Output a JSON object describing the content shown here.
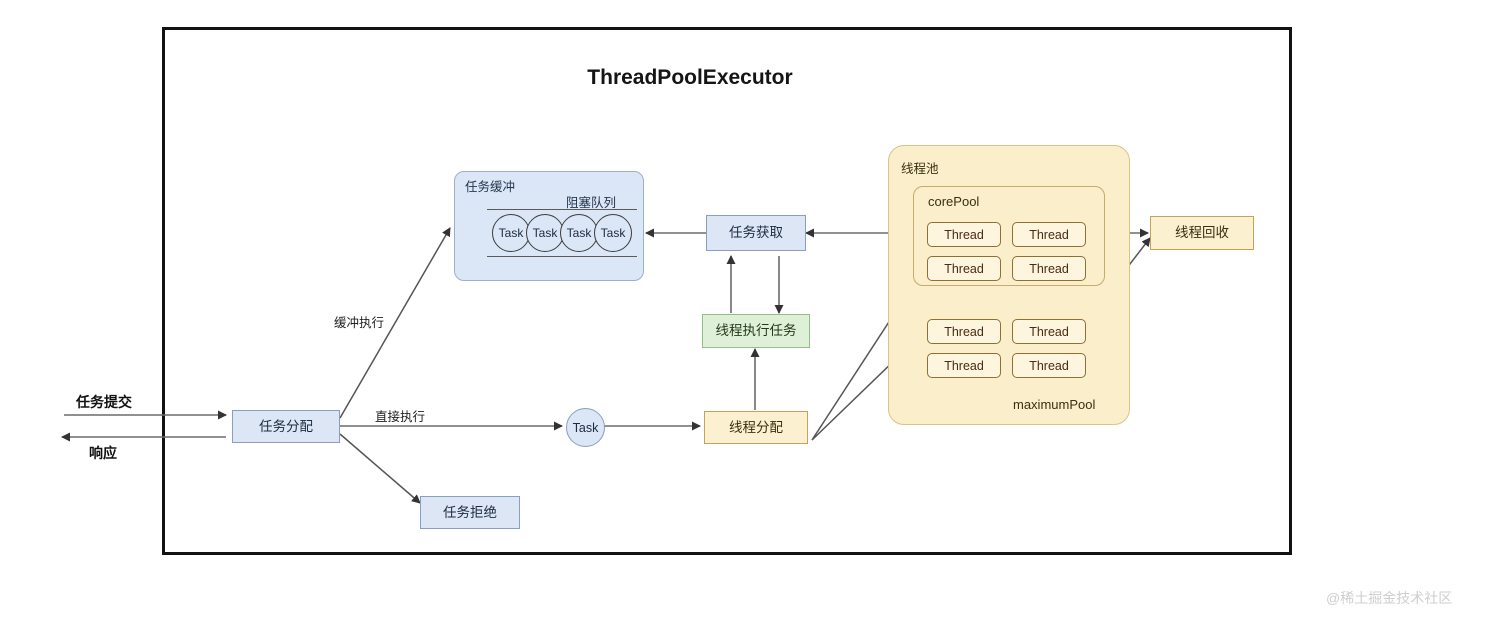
{
  "diagram": {
    "title": "ThreadPoolExecutor",
    "watermark": "@稀土掘金技术社区"
  },
  "io": {
    "submit_label": "任务提交",
    "response_label": "响应"
  },
  "nodes": {
    "task_dispatch": "任务分配",
    "task_reject": "任务拒绝",
    "task_buffer": "任务缓冲",
    "blocking_queue": "阻塞队列",
    "task_fetch": "任务获取",
    "thread_execute": "线程执行任务",
    "thread_alloc": "线程分配",
    "thread_recycle": "线程回收",
    "task_single": "Task",
    "thread_pool": "线程池",
    "core_pool": "corePool",
    "maximum_pool": "maximumPool"
  },
  "queue_tasks": [
    "Task",
    "Task",
    "Task",
    "Task"
  ],
  "core_threads": [
    "Thread",
    "Thread",
    "Thread",
    "Thread"
  ],
  "max_threads": [
    "Thread",
    "Thread",
    "Thread",
    "Thread"
  ],
  "edge_labels": {
    "buffered_exec": "缓冲执行",
    "direct_exec": "直接执行"
  },
  "colors": {
    "blue_fill": "#dce6f5",
    "blue_stroke": "#8a9dc2",
    "green_fill": "#dff0d8",
    "green_stroke": "#93bf86",
    "tan_fill": "#fbf0cf",
    "tan_stroke": "#c4a25a",
    "pool_fill": "#fbeecb",
    "frame": "#121212",
    "arrow": "#555555",
    "watermark": "#cfcfcf"
  }
}
